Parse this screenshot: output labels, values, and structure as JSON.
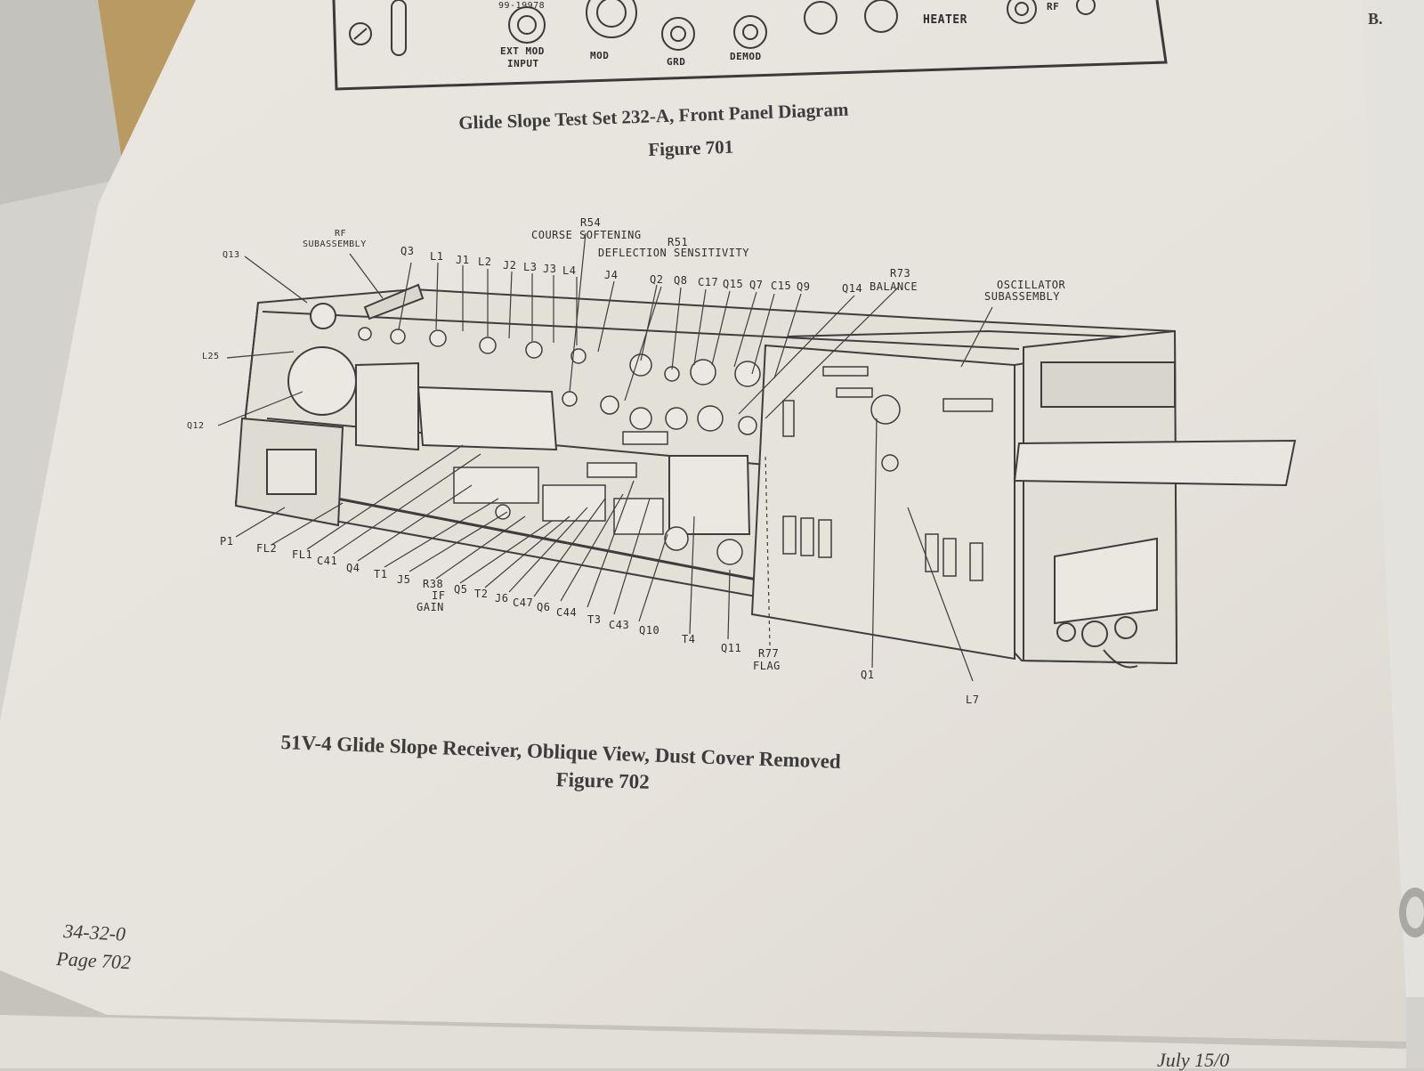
{
  "front_panel": {
    "labels": {
      "freq": "99-19978",
      "ext_mod_input_1": "EXT MOD",
      "ext_mod_input_2": "INPUT",
      "mod": "MOD",
      "grd": "GRD",
      "demod": "DEMOD",
      "heater": "HEATER",
      "rf": "RF"
    }
  },
  "page_letter": "B.",
  "figure_701": {
    "title": "Glide Slope Test Set 232-A, Front Panel Diagram",
    "number": "Figure 701"
  },
  "figure_702": {
    "title": "51V-4 Glide Slope Receiver, Oblique View, Dust Cover Removed",
    "number": "Figure 702",
    "callouts": {
      "r54": "R54",
      "course_softening": "COURSE SOFTENING",
      "r51": "R51",
      "deflection_sensitivity": "DEFLECTION SENSITIVITY",
      "rf": "RF",
      "subassembly": "SUBASSEMBLY",
      "q13": "Q13",
      "q3": "Q3",
      "l1": "L1",
      "j1": "J1",
      "l2": "L2",
      "j2": "J2",
      "l3": "L3",
      "j3": "J3",
      "l4": "L4",
      "j4": "J4",
      "q2": "Q2",
      "q8": "Q8",
      "c17": "C17",
      "q15": "Q15",
      "q7": "Q7",
      "c15": "C15",
      "q9": "Q9",
      "q14": "Q14",
      "r73": "R73",
      "balance": "BALANCE",
      "oscillator": "OSCILLATOR",
      "oscillator_sub": "SUBASSEMBLY",
      "l25": "L25",
      "q12": "Q12",
      "p1": "P1",
      "fl2": "FL2",
      "fl1": "FL1",
      "c41": "C41",
      "q4": "Q4",
      "t1": "T1",
      "j5": "J5",
      "r38": "R38",
      "if": "IF",
      "gain": "GAIN",
      "q5": "Q5",
      "t2": "T2",
      "j6": "J6",
      "c47": "C47",
      "q6": "Q6",
      "c44": "C44",
      "t3": "T3",
      "c43": "C43",
      "q10": "Q10",
      "t4": "T4",
      "q11": "Q11",
      "r77": "R77",
      "flag": "FLAG",
      "q1": "Q1",
      "l7": "L7"
    }
  },
  "footer": {
    "doc_number": "34-32-0",
    "page": "Page 702",
    "date_fragment": "July 15/0"
  },
  "colors": {
    "paper": "#ebe8e1",
    "ink": "#3a3a3a",
    "backdrop": "#cfccc4",
    "cardboard": "#b99a63"
  }
}
